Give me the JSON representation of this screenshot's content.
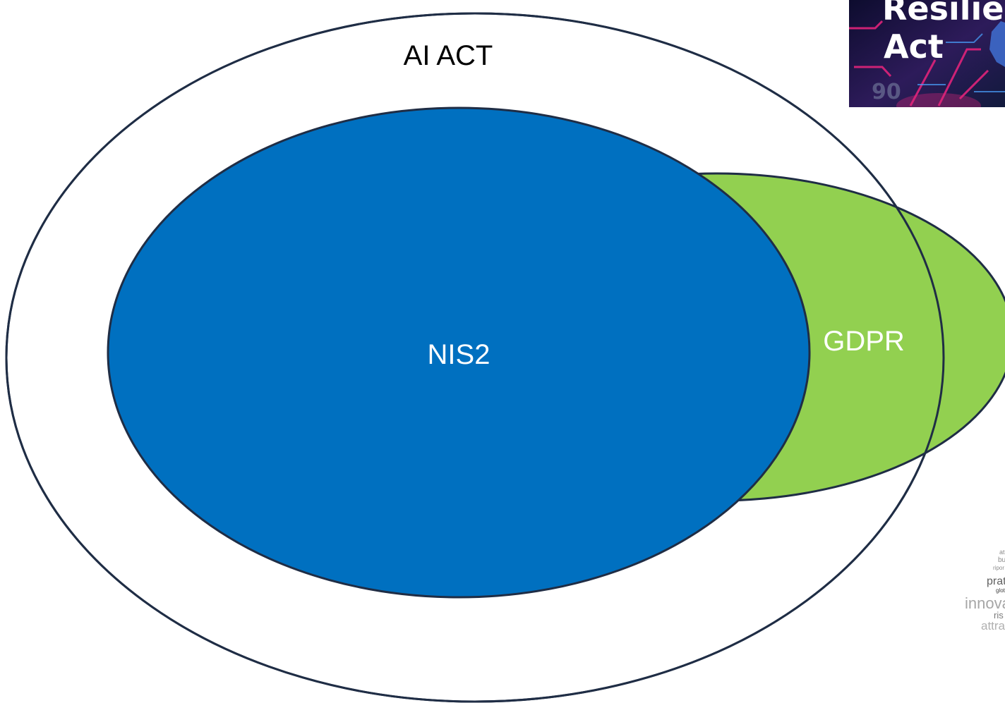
{
  "diagram": {
    "outer_set": {
      "label": "AI ACT",
      "fill": "#ffffff",
      "stroke": "#1f2d45",
      "label_color": "#000000"
    },
    "right_set": {
      "label": "GDPR",
      "fill": "#92d050",
      "stroke": "#1f2d45",
      "label_color": "#ffffff"
    },
    "inner_set": {
      "label": "NIS2",
      "fill": "#0070c0",
      "stroke": "#1f2d45",
      "label_color": "#ffffff"
    }
  },
  "thumbnail": {
    "title_line1": "Resilien",
    "title_line2": "Act",
    "image_note": "cyber resilience act banner (cropped)",
    "accent_colors": [
      "#e0247a",
      "#2d1b5a",
      "#0d0c2e"
    ]
  },
  "word_cloud": {
    "words": [
      "at",
      "bu",
      "ripor",
      "prati",
      "glot",
      "innova",
      "ris",
      "attra"
    ]
  }
}
